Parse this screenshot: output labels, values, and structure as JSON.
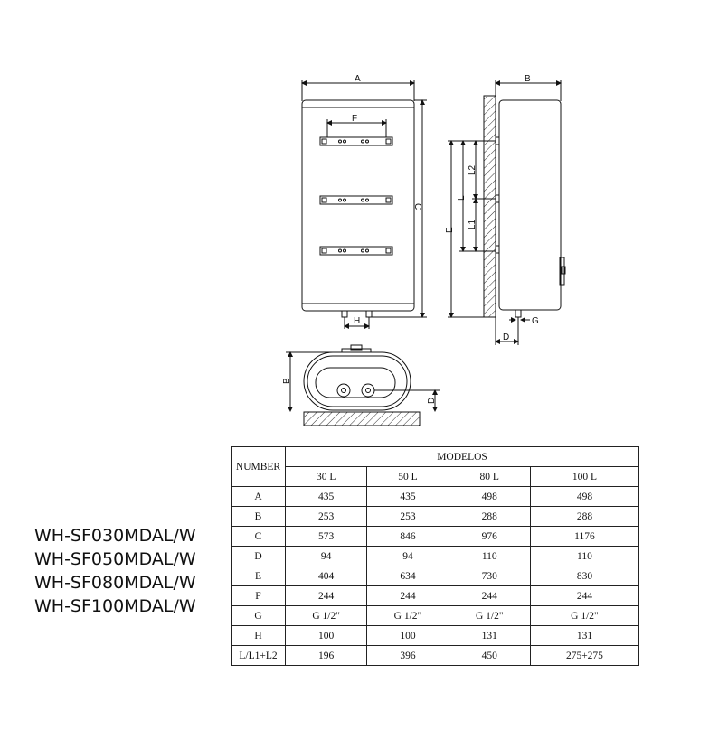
{
  "drawing": {
    "front_view_labels": {
      "A": "A",
      "F": "F",
      "C": "C",
      "H": "H"
    },
    "side_view_labels": {
      "B": "B",
      "E": "E",
      "L": "L",
      "L1": "L1",
      "L2": "L2",
      "G": "G",
      "D": "D"
    },
    "top_view_labels": {
      "B": "B",
      "D": "D"
    }
  },
  "models": [
    "WH-SF030MDAL/W",
    "WH-SF050MDAL/W",
    "WH-SF080MDAL/W",
    "WH-SF100MDAL/W"
  ],
  "table": {
    "number_header": "NUMBER",
    "group_header": "MODELOS",
    "columns": [
      "30 L",
      "50 L",
      "80 L",
      "100 L"
    ],
    "rows": [
      {
        "label": "A",
        "values": [
          "435",
          "435",
          "498",
          "498"
        ]
      },
      {
        "label": "B",
        "values": [
          "253",
          "253",
          "288",
          "288"
        ]
      },
      {
        "label": "C",
        "values": [
          "573",
          "846",
          "976",
          "1176"
        ]
      },
      {
        "label": "D",
        "values": [
          "94",
          "94",
          "110",
          "110"
        ]
      },
      {
        "label": "E",
        "values": [
          "404",
          "634",
          "730",
          "830"
        ]
      },
      {
        "label": "F",
        "values": [
          "244",
          "244",
          "244",
          "244"
        ]
      },
      {
        "label": "G",
        "values": [
          "G 1/2\"",
          "G 1/2\"",
          "G 1/2\"",
          "G 1/2\""
        ]
      },
      {
        "label": "H",
        "values": [
          "100",
          "100",
          "131",
          "131"
        ]
      },
      {
        "label": "L/L1+L2",
        "values": [
          "196",
          "396",
          "450",
          "275+275"
        ]
      }
    ]
  }
}
